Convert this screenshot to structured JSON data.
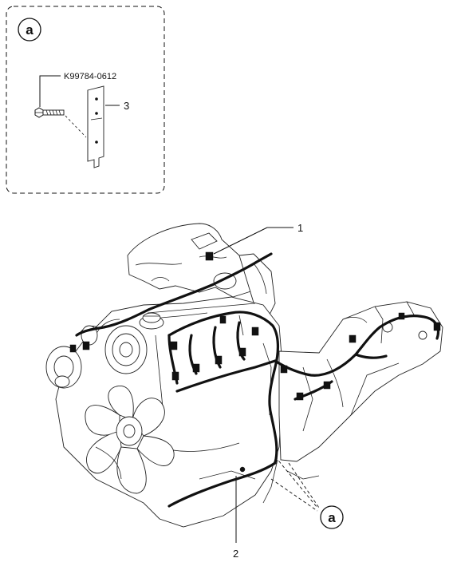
{
  "detail": {
    "marker": "a",
    "part_number": "K99784-0612",
    "item_label": "3"
  },
  "callouts": {
    "label_1": "1",
    "label_2": "2",
    "marker_a": "a"
  }
}
